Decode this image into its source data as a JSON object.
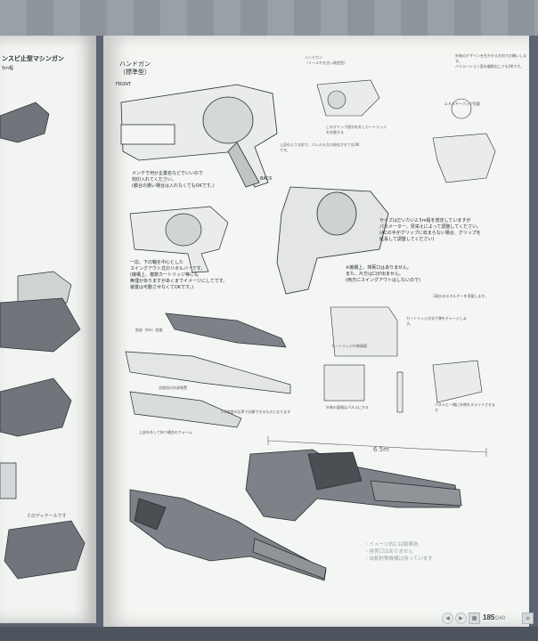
{
  "left_page": {
    "heading": "ンスピ止型マシンガン",
    "subheading": "5m程",
    "side_label": "ミのディテールです"
  },
  "right_page": {
    "title": "ハンドガン\n（標準型）",
    "front_label": "FRONT",
    "back_label": "BACK",
    "note_handgun": "メンテで何か企業名などでいいので\n刻印入れてください。\n(都合の悪い場合は入れなくてもOKです。)",
    "note_reload": "一応、下の軸を中心とした\nスイングアウト式のリボルバーです。\n(機構上、複数カートリッジ等にも\n無理がありますがあくまでイメージにしてです。\n装置は可動させなくてOKです。)",
    "note_size": "サイズはだいたい2.5m程を想定していますが\nパラメーター、見栄えによって調整してください。\n(ACの手がグリップに収まらない場合、グリップを\n延長して調整してください)",
    "note_mechanism": "※機構上、排莢口はありません。\nまた、片方は口が出ません。\n(両方にスイングアウトはしないので)",
    "top_right_label": "ハンドガン\n（リールや大きい改造型）",
    "top_right_small": "外装のデザインを生かせる方向でお願いします。\nバリエーション案を複数出してもOKです。",
    "small_note_1": "このグリップ部分を外しカートリッジを交換する",
    "small_note_2": "エネルギーパック搭載",
    "small_note_3": "上記のような形で、バレルも大口径化させてもOKです。",
    "small_note_4": "3発分のエネルギーを用意します。",
    "small_note_5": "前部（6m）程度",
    "small_note_6": "交換用の外部装置",
    "small_note_7": "上部を外して持つ場合のフォーム",
    "small_note_8": "5:2程度の比率で分解できるものとなります",
    "small_note_9": "カートリッジ方式で弾をチャージします。",
    "small_note_10": "外装の裏側はパネルにする",
    "small_note_11": "パネルと一緒に外側をスライドさせます",
    "small_note_12": "カートリッジの装填図",
    "dimension": "6.5m",
    "bullets": [
      "・イメージ的には戦車砲",
      "・排莢口はありません",
      "・自動射撃機構は持っています"
    ]
  },
  "footer": {
    "page_number": "185",
    "page_total": "/240",
    "icons": [
      "prev-circle-icon",
      "next-circle-icon",
      "grid-icon",
      "menu-icon"
    ]
  },
  "colors": {
    "paper": "#f4f6f3",
    "ink": "#2b2f33",
    "gun_fill": "#7c8287",
    "gun_dark": "#4a4f54",
    "background": "#5b6470"
  }
}
